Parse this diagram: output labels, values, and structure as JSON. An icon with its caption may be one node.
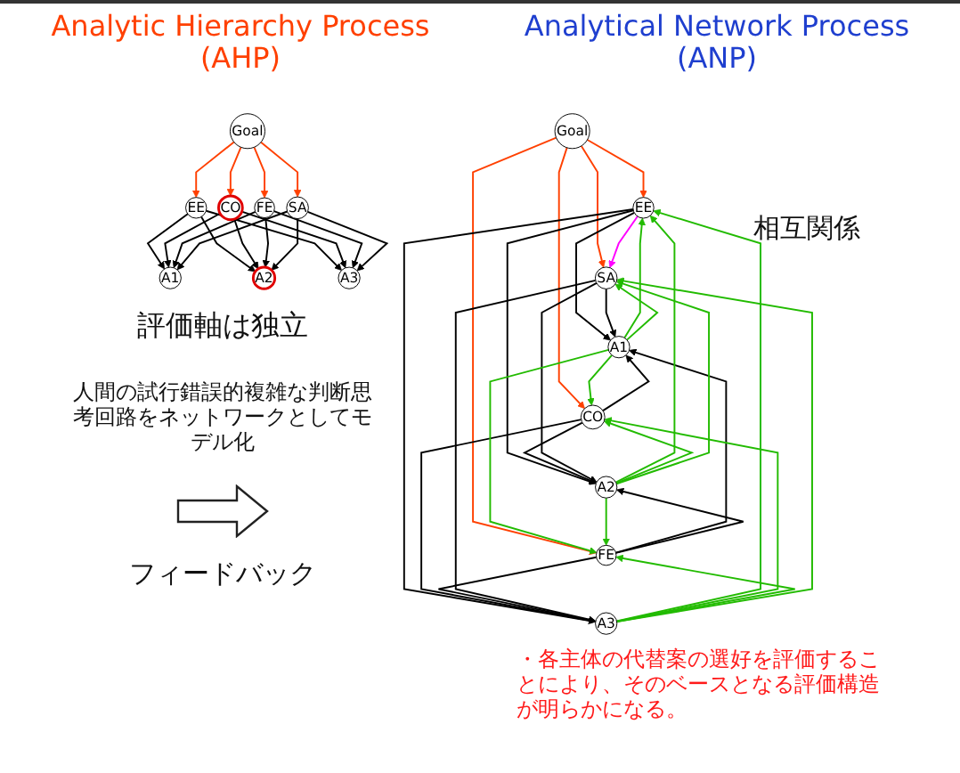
{
  "diagram": {
    "nodes": [
      {
        "text": [
          "Goal"
        ]
      },
      {
        "text": [
          "EE"
        ]
      },
      {
        "text": [
          "CO"
        ]
      },
      {
        "text": [
          "FE"
        ]
      },
      {
        "text": [
          "SA"
        ]
      },
      {
        "text": [
          "A1"
        ]
      },
      {
        "text": [
          "A2"
        ]
      },
      {
        "text": [
          "A3"
        ]
      },
      {
        "text": [
          "Goal"
        ]
      },
      {
        "text": [
          "EE"
        ]
      },
      {
        "text": [
          "CO"
        ]
      },
      {
        "text": [
          "FE"
        ]
      },
      {
        "text": [
          "SA"
        ]
      },
      {
        "text": [
          "A1"
        ]
      },
      {
        "text": [
          "A2"
        ]
      },
      {
        "text": [
          "A3"
        ]
      }
    ],
    "edges": [
      {
        "from": 0,
        "to": 1,
        "arrow": "to",
        "color": "#ff4000"
      },
      {
        "from": 0,
        "to": 2,
        "arrow": "to",
        "color": "#ff4000"
      },
      {
        "from": 0,
        "to": 3,
        "arrow": "to",
        "color": "#ff4000"
      },
      {
        "from": 0,
        "to": 4,
        "arrow": "to",
        "color": "#ff4000"
      },
      {
        "from": 1,
        "to": 5,
        "arrow": "to"
      },
      {
        "from": 1,
        "to": 6,
        "arrow": "to"
      },
      {
        "from": 1,
        "to": 7,
        "arrow": "to"
      },
      {
        "from": 2,
        "to": 5,
        "arrow": "to"
      },
      {
        "from": 2,
        "to": 6,
        "arrow": "to"
      },
      {
        "from": 2,
        "to": 7,
        "arrow": "to"
      },
      {
        "from": 3,
        "to": 5,
        "arrow": "to"
      },
      {
        "from": 3,
        "to": 6,
        "arrow": "to"
      },
      {
        "from": 3,
        "to": 7,
        "arrow": "to"
      },
      {
        "from": 4,
        "to": 5,
        "arrow": "to"
      },
      {
        "from": 4,
        "to": 6,
        "arrow": "to"
      },
      {
        "from": 4,
        "to": 7,
        "arrow": "to"
      },
      {
        "from": 8,
        "to": 9,
        "arrow": "to",
        "color": "#ff4000"
      },
      {
        "from": 8,
        "to": 10,
        "arrow": "to",
        "color": "#ff4000"
      },
      {
        "from": 8,
        "to": 11,
        "arrow": "to",
        "color": "#ff4000"
      },
      {
        "from": 8,
        "to": 12,
        "arrow": "to",
        "color": "#ff4000"
      },
      {
        "from": 9,
        "to": 12,
        "arrow": "to",
        "color": "#ff00ff"
      },
      {
        "from": 9,
        "to": 13,
        "arrow": "to"
      },
      {
        "from": 9,
        "to": 14,
        "arrow": "to"
      },
      {
        "from": 9,
        "to": 15,
        "arrow": "to"
      },
      {
        "from": 10,
        "to": 13,
        "arrow": "to"
      },
      {
        "from": 10,
        "to": 14,
        "arrow": "to"
      },
      {
        "from": 10,
        "to": 15,
        "arrow": "to"
      },
      {
        "from": 11,
        "to": 13,
        "arrow": "to"
      },
      {
        "from": 11,
        "to": 14,
        "arrow": "to"
      },
      {
        "from": 11,
        "to": 15,
        "arrow": "to"
      },
      {
        "from": 12,
        "to": 13,
        "arrow": "to"
      },
      {
        "from": 12,
        "to": 14,
        "arrow": "to"
      },
      {
        "from": 12,
        "to": 15,
        "arrow": "to"
      },
      {
        "from": 13,
        "to": 9,
        "arrow": "to",
        "color": "#22bb00"
      },
      {
        "from": 13,
        "to": 10,
        "arrow": "to",
        "color": "#22bb00"
      },
      {
        "from": 13,
        "to": 11,
        "arrow": "to",
        "color": "#22bb00"
      },
      {
        "from": 13,
        "to": 12,
        "arrow": "to",
        "color": "#22bb00"
      },
      {
        "from": 14,
        "to": 9,
        "arrow": "to",
        "color": "#22bb00"
      },
      {
        "from": 14,
        "to": 10,
        "arrow": "to",
        "color": "#22bb00"
      },
      {
        "from": 14,
        "to": 11,
        "arrow": "to",
        "color": "#22bb00"
      },
      {
        "from": 14,
        "to": 12,
        "arrow": "to",
        "color": "#22bb00"
      },
      {
        "from": 15,
        "to": 9,
        "arrow": "to",
        "color": "#22bb00"
      },
      {
        "from": 15,
        "to": 10,
        "arrow": "to",
        "color": "#22bb00"
      },
      {
        "from": 15,
        "to": 11,
        "arrow": "to",
        "color": "#22bb00"
      },
      {
        "from": 15,
        "to": 12,
        "arrow": "to",
        "color": "#22bb00"
      }
    ],
    "labels": [
      "Analytic Hierarchy Process (AHP)",
      "Analytical Network Process (ANP)",
      "人間の試行錯誤的複雑な判断思考回路をネットワークとしてモデル化",
      "相互関係",
      "フィードバック",
      "評価軸は独立",
      "・各主体の代替案の選好を評価することにより、そのベースとなる評価構造が明らかになる。"
    ]
  }
}
